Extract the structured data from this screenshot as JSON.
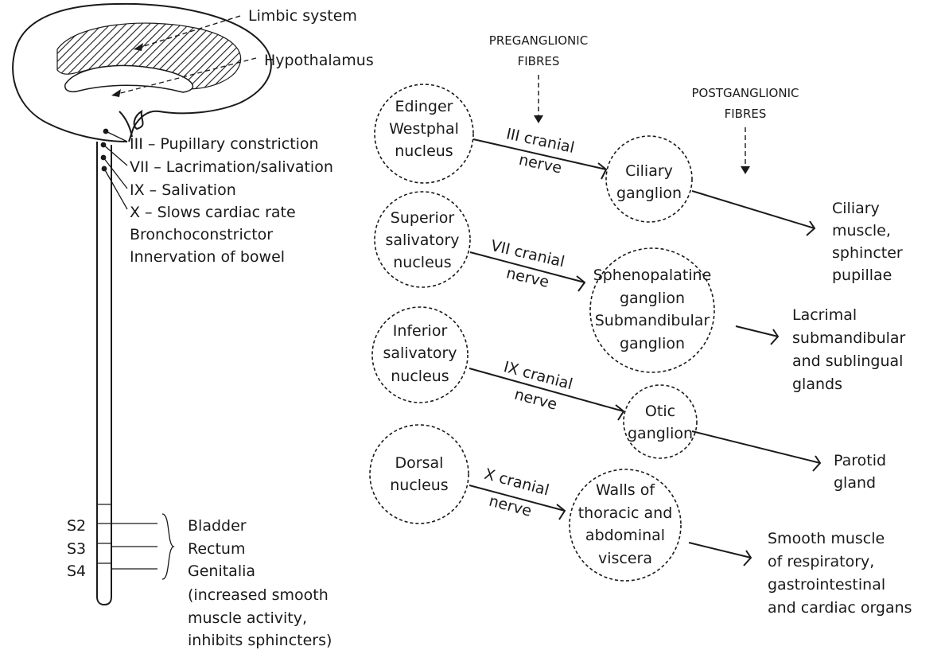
{
  "brain": {
    "limbic_label": "Limbic system",
    "hypothalamus_label": "Hypothalamus"
  },
  "cranial_outflow": [
    "III – Pupillary constriction",
    "VII – Lacrimation/salivation",
    "IX – Salivation",
    "X – Slows cardiac rate",
    "Bronchoconstrictor",
    "Innervation of bowel"
  ],
  "sacral": {
    "segments": [
      "S2",
      "S3",
      "S4"
    ],
    "targets": [
      "Bladder",
      "Rectum",
      "Genitalia",
      "(increased smooth",
      "muscle activity,",
      "inhibits sphincters)"
    ]
  },
  "headers": {
    "preganglionic": [
      "PREGANGLIONIC",
      "FIBRES"
    ],
    "postganglionic": [
      "POSTGANGLIONIC",
      "FIBRES"
    ]
  },
  "pathways": [
    {
      "nucleus": [
        "Edinger",
        "Westphal",
        "nucleus"
      ],
      "nerve": [
        "III cranial",
        "nerve"
      ],
      "ganglion": [
        "Ciliary",
        "ganglion"
      ],
      "target": [
        "Ciliary",
        "muscle,",
        "sphincter",
        "pupillae"
      ]
    },
    {
      "nucleus": [
        "Superior",
        "salivatory",
        "nucleus"
      ],
      "nerve": [
        "VII cranial",
        "nerve"
      ],
      "ganglion": [
        "Sphenopalatine",
        "ganglion",
        "Submandibular",
        "ganglion"
      ],
      "target": [
        "Lacrimal",
        "submandibular",
        "and sublingual",
        "glands"
      ]
    },
    {
      "nucleus": [
        "Inferior",
        "salivatory",
        "nucleus"
      ],
      "nerve": [
        "IX cranial",
        "nerve"
      ],
      "ganglion": [
        "Otic",
        "ganglion"
      ],
      "target": [
        "Parotid",
        "gland"
      ]
    },
    {
      "nucleus": [
        "Dorsal",
        "nucleus"
      ],
      "nerve": [
        "X cranial",
        "nerve"
      ],
      "ganglion": [
        "Walls of",
        "thoracic and",
        "abdominal",
        "viscera"
      ],
      "target": [
        "Smooth muscle",
        "of respiratory,",
        "gastrointestinal",
        "and cardiac organs"
      ]
    }
  ]
}
